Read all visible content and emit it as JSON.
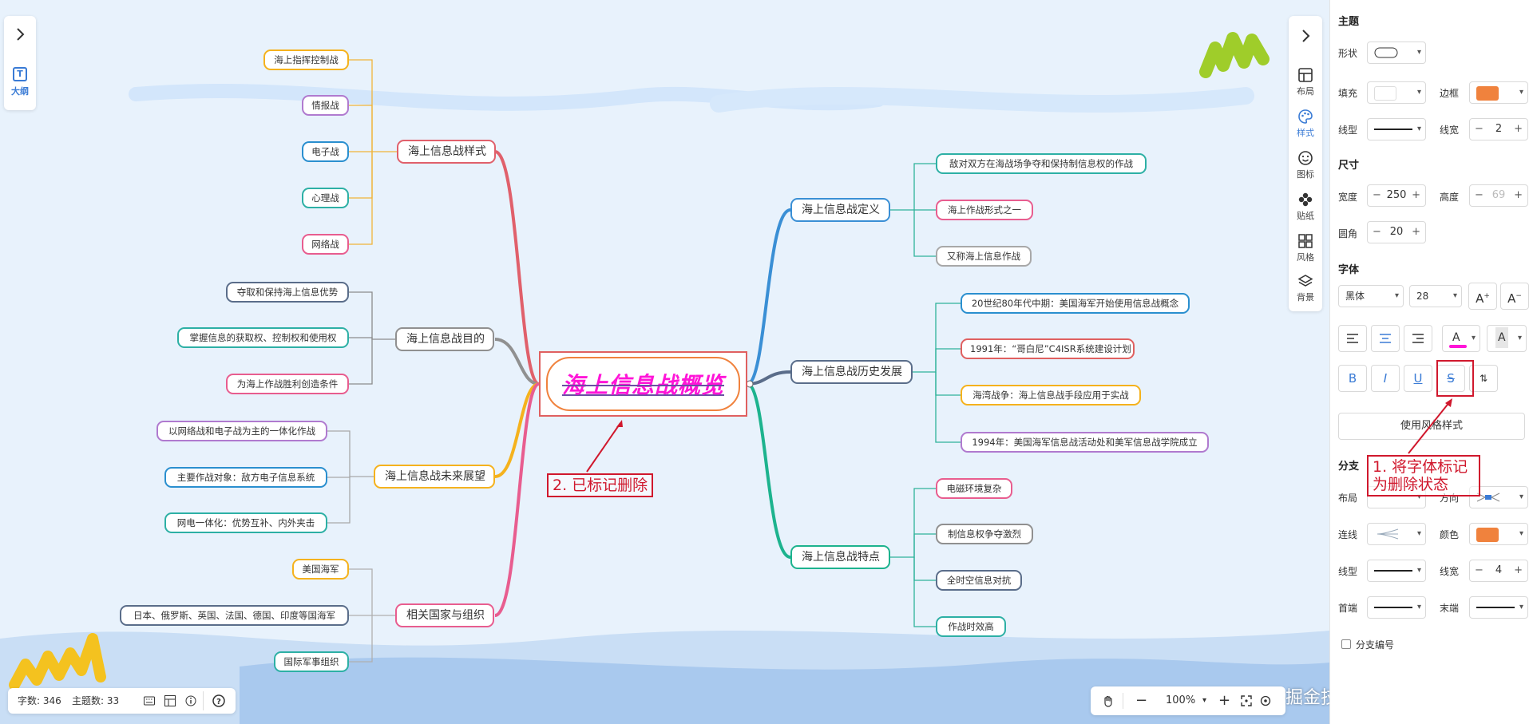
{
  "mindmap": {
    "root": "海上信息战概览",
    "branches": [
      {
        "label": "海上信息战样式",
        "children": [
          "海上指挥控制战",
          "情报战",
          "电子战",
          "心理战",
          "网络战"
        ]
      },
      {
        "label": "海上信息战目的",
        "children": [
          "夺取和保持海上信息优势",
          "掌握信息的获取权、控制权和使用权",
          "为海上作战胜利创造条件"
        ]
      },
      {
        "label": "海上信息战未来展望",
        "children": [
          "以网络战和电子战为主的一体化作战",
          "主要作战对象：敌方电子信息系统",
          "网电一体化：优势互补、内外夹击"
        ]
      },
      {
        "label": "相关国家与组织",
        "children": [
          "美国海军",
          "日本、俄罗斯、英国、法国、德国、印度等国海军",
          "国际军事组织"
        ]
      },
      {
        "label": "海上信息战定义",
        "children": [
          "敌对双方在海战场争夺和保持制信息权的作战",
          "海上作战形式之一",
          "又称海上信息作战"
        ]
      },
      {
        "label": "海上信息战历史发展",
        "children": [
          "20世纪80年代中期：美国海军开始使用信息战概念",
          "1991年：“哥白尼”C4ISR系统建设计划",
          "海湾战争：海上信息战手段应用于实战",
          "1994年：美国海军信息战活动处和美军信息战学院成立"
        ]
      },
      {
        "label": "海上信息战特点",
        "children": [
          "电磁环境复杂",
          "制信息权争夺激烈",
          "全时空信息对抗",
          "作战时效高"
        ]
      }
    ]
  },
  "left_panel": {
    "outline_label": "大纲",
    "outline_icon": "T"
  },
  "right_toolbar": [
    {
      "label": "布局",
      "icon": "layout-icon"
    },
    {
      "label": "样式",
      "icon": "palette-icon",
      "active": true
    },
    {
      "label": "图标",
      "icon": "smiley-icon"
    },
    {
      "label": "贴纸",
      "icon": "sticker-icon"
    },
    {
      "label": "风格",
      "icon": "grid-style-icon"
    },
    {
      "label": "背景",
      "icon": "layers-icon"
    }
  ],
  "side_panel": {
    "topic_title": "主题",
    "shape_label": "形状",
    "fill_label": "填充",
    "border_label": "边框",
    "border_color": "#f0823d",
    "linetype_label": "线型",
    "linewidth_label": "线宽",
    "linewidth_value": "2",
    "size_title": "尺寸",
    "width_label": "宽度",
    "width_value": "250",
    "height_label": "高度",
    "height_value": "69",
    "radius_label": "圆角",
    "radius_value": "20",
    "font_title": "字体",
    "font_family": "黑体",
    "font_size": "28",
    "font_color": "#ff14d8",
    "use_style_button": "使用风格样式",
    "branch_title": "分支",
    "branch_layout_label": "布局",
    "branch_direction_label": "方向",
    "branch_line_label": "连线",
    "branch_color_label": "颜色",
    "branch_color": "#f0823d",
    "branch_linetype_label": "线型",
    "branch_linewidth_label": "线宽",
    "branch_linewidth_value": "4",
    "head_label": "首端",
    "tail_label": "末端",
    "branch_numbering_label": "分支编号"
  },
  "status": {
    "word_count": "字数: 346",
    "topic_count": "主题数: 33"
  },
  "zoom": {
    "value": "100%"
  },
  "annotations": {
    "a1": "2. 已标记删除",
    "a2_line1": "1. 将字体标记",
    "a2_line2": "为删除状态"
  },
  "watermark": "掘金技术社区 @ 图形天下"
}
